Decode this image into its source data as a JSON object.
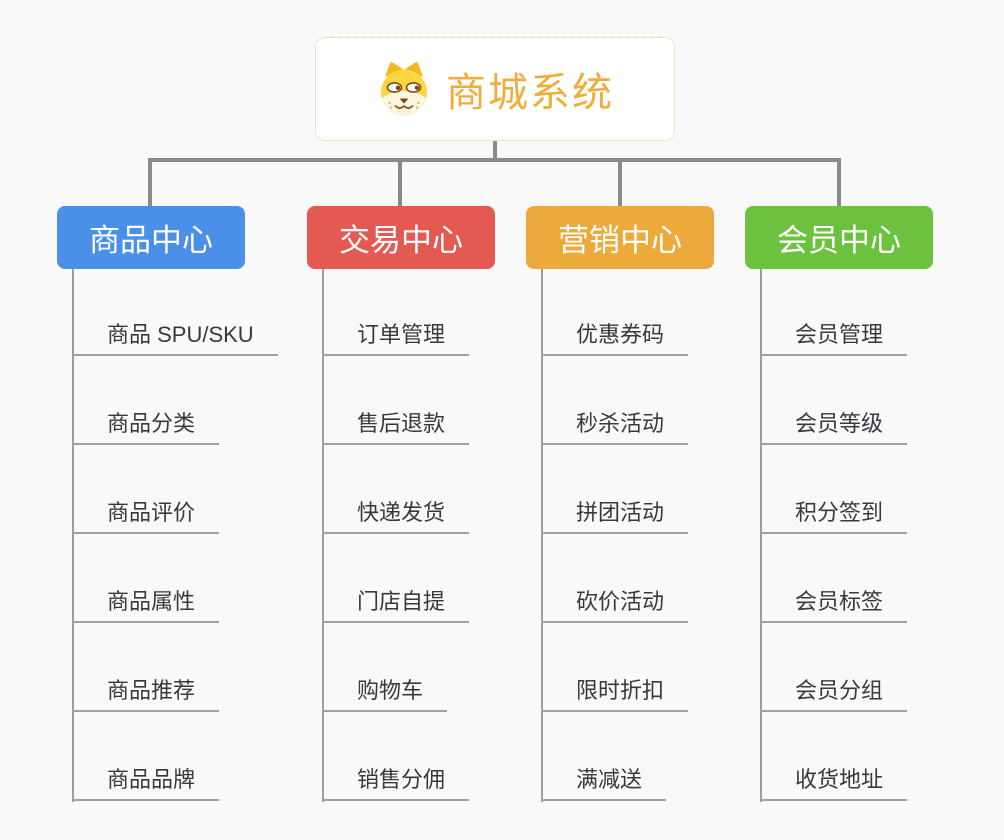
{
  "root": {
    "title": "商城系统",
    "icon": "dog-face-icon"
  },
  "colors": {
    "background": "#f9f9f9",
    "root_accent": "#efad3a",
    "root_border": "#f2c57c",
    "connector": "#8a8a8a",
    "leaf_line": "#a0a0a0",
    "leaf_text": "#363a3f"
  },
  "branches": [
    {
      "label": "商品中心",
      "color": "#4a90e8",
      "items": [
        "商品 SPU/SKU",
        "商品分类",
        "商品评价",
        "商品属性",
        "商品推荐",
        "商品品牌"
      ]
    },
    {
      "label": "交易中心",
      "color": "#e45a52",
      "items": [
        "订单管理",
        "售后退款",
        "快递发货",
        "门店自提",
        "购物车",
        "销售分佣"
      ]
    },
    {
      "label": "营销中心",
      "color": "#ecaa3d",
      "items": [
        "优惠券码",
        "秒杀活动",
        "拼团活动",
        "砍价活动",
        "限时折扣",
        "满减送"
      ]
    },
    {
      "label": "会员中心",
      "color": "#6cc23e",
      "items": [
        "会员管理",
        "会员等级",
        "积分签到",
        "会员标签",
        "会员分组",
        "收货地址"
      ]
    }
  ]
}
